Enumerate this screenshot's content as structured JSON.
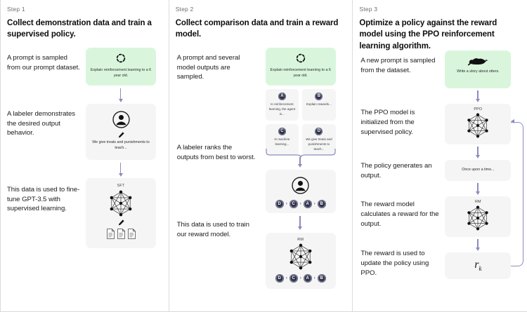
{
  "diagram": {
    "title": "RLHF three-step training process",
    "accent_green": "#d9f6dd",
    "card_gray": "#f5f5f5",
    "arrow_purple": "#8b8cc0"
  },
  "steps": [
    {
      "label": "Step 1",
      "title": "Collect demonstration data and train a supervised policy.",
      "captions": [
        "A prompt is sampled from our prompt dataset.",
        "A labeler demonstrates the desired output behavior.",
        "This data is used to fine-tune GPT-3.5 with supervised learning."
      ],
      "prompt_card": {
        "icon": "dashed-circle-icon",
        "text": "Explain reinforcement learning to a 6 year old."
      },
      "labeler_card": {
        "icon": "person-circle-icon",
        "pen_icon": "pen-icon",
        "text": "We give treats and punishments to teach..."
      },
      "model_card": {
        "tag": "SFT",
        "icon": "neural-network-icon",
        "pen_icon": "pen-icon",
        "docs_icon": "documents-icon"
      }
    },
    {
      "label": "Step 2",
      "title": "Collect comparison data and train a reward model.",
      "captions": [
        "A prompt and several model outputs are sampled.",
        "A labeler ranks the outputs from best to worst.",
        "This data is used to train our reward model."
      ],
      "prompt_card": {
        "icon": "dashed-circle-icon",
        "text": "Explain reinforcement learning to a 6 year old."
      },
      "outputs": [
        {
          "badge": "A",
          "text": "In reinforcement learning, the agent is..."
        },
        {
          "badge": "B",
          "text": "Explain rewards..."
        },
        {
          "badge": "C",
          "text": "In machine learning..."
        },
        {
          "badge": "D",
          "text": "We give treats and punishments to teach..."
        }
      ],
      "ranking_card": {
        "icon": "person-circle-icon",
        "ranking": [
          "D",
          "C",
          "A",
          "B"
        ],
        "separator": "›"
      },
      "reward_card": {
        "tag": "RM",
        "icon": "neural-network-icon",
        "ranking": [
          "D",
          "C",
          "A",
          "B"
        ],
        "separator": "›"
      }
    },
    {
      "label": "Step 3",
      "title": "Optimize a policy against the reward model using the PPO reinforcement learning algorithm.",
      "captions": [
        "A new prompt is sampled from the dataset.",
        "The PPO model is initialized from the supervised policy.",
        "The policy generates an output.",
        "The reward model calculates a reward for the output.",
        "The reward is used to update the policy using PPO."
      ],
      "prompt_card": {
        "icon": "otter-icon",
        "text": "Write a story about otters."
      },
      "ppo_card": {
        "tag": "PPO",
        "icon": "neural-network-icon"
      },
      "output_card": {
        "text": "Once upon a time..."
      },
      "rm_card": {
        "tag": "RM",
        "icon": "neural-network-icon"
      },
      "reward_value_card": {
        "symbol": "r",
        "subscript": "k"
      }
    }
  ]
}
